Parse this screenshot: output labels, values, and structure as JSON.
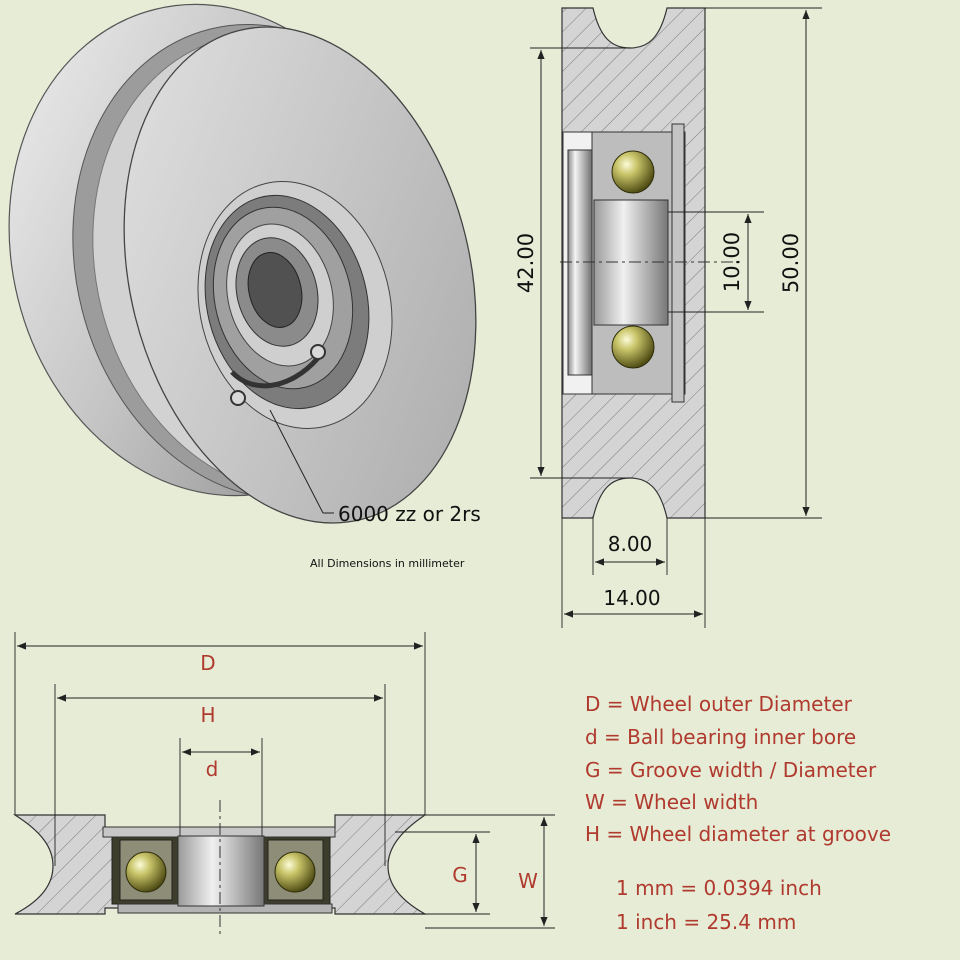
{
  "callout": {
    "bearing": "6000 zz or 2rs"
  },
  "note": "All Dimensions in millimeter",
  "section": {
    "dims": {
      "outer": "50.00",
      "groove": "42.00",
      "bore": "10.00",
      "groove_width": "8.00",
      "width": "14.00"
    }
  },
  "bottom": {
    "letters": {
      "D": "D",
      "H": "H",
      "d": "d",
      "G": "G",
      "W": "W"
    }
  },
  "legend": [
    "D = Wheel outer Diameter",
    "d = Ball bearing inner bore",
    "G = Groove width / Diameter",
    "W = Wheel width",
    "H = Wheel diameter at groove"
  ],
  "conversions": [
    "1 mm = 0.0394 inch",
    "1 inch = 25.4 mm"
  ],
  "colors": {
    "background": "#e6ecd6",
    "label_red": "#b03a2e",
    "steel": "#c8c8c8"
  }
}
